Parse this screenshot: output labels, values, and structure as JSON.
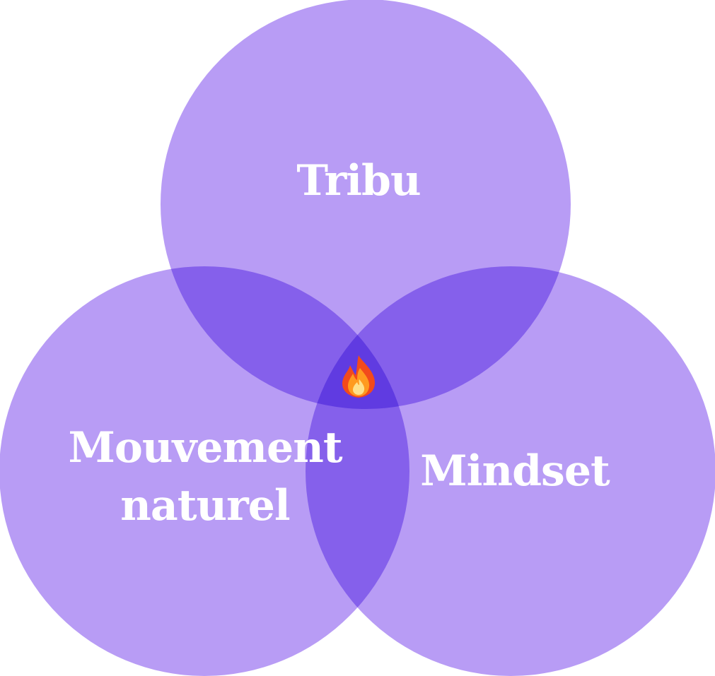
{
  "diagram": {
    "type": "venn",
    "circle_color": "#b89cf5",
    "background": "#ffffff",
    "sets": [
      {
        "id": "tribu",
        "lines": [
          "Tribu"
        ]
      },
      {
        "id": "mouvement",
        "lines": [
          "Mouvement",
          "naturel"
        ]
      },
      {
        "id": "mindset",
        "lines": [
          "Mindset"
        ]
      }
    ],
    "center_icon": "fire-icon"
  }
}
